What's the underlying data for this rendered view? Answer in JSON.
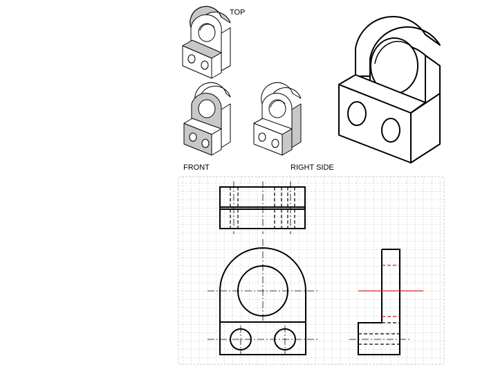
{
  "labels": {
    "top": "TOP",
    "front": "FRONT",
    "right_side": "RIGHT SIDE"
  },
  "colors": {
    "line": "#000000",
    "shade": "#c8c8c8",
    "grid": "#b8b8b8",
    "hidden_highlight": "#d42020"
  }
}
